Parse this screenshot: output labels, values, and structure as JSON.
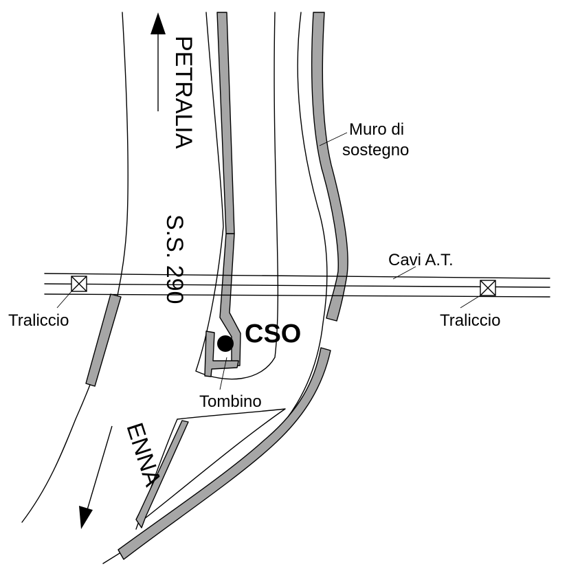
{
  "labels": {
    "towards_north": "PETRALIA",
    "road": "S.S. 290",
    "towards_south": "ENNA",
    "retaining_wall": "Muro di\nsostegno",
    "retaining_wall_line1": "Muro di",
    "retaining_wall_line2": "sostegno",
    "power_cables": "Cavi A.T.",
    "pylon_left": "Traliccio",
    "pylon_right": "Traliccio",
    "site": "CSO",
    "culvert": "Tombino"
  },
  "icons": {
    "pylon": "pylon-square-x-icon",
    "arrow": "direction-arrow-icon",
    "site_marker": "filled-circle-marker-icon"
  },
  "colors": {
    "line": "#000000",
    "wall_fill": "#a6a6a6",
    "background": "#ffffff"
  }
}
